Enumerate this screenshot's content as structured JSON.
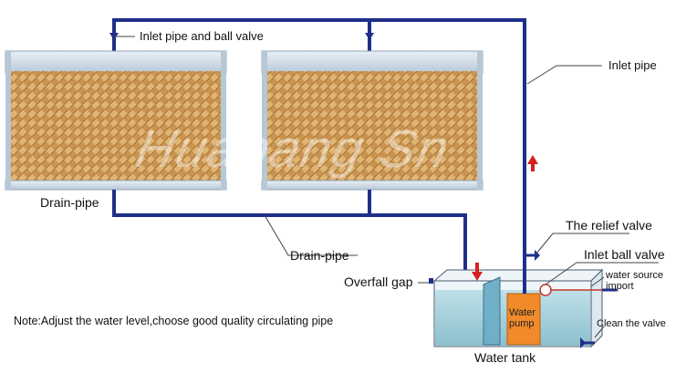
{
  "labels": {
    "inlet_pipe_ball_valve": "Inlet pipe and ball valve",
    "inlet_pipe": "Inlet pipe",
    "drain_pipe_left": "Drain-pipe",
    "drain_pipe_mid": "Drain-pipe",
    "relief_valve": "The relief valve",
    "inlet_ball_valve": "Inlet ball valve",
    "water_source_import_1": "water source",
    "water_source_import_2": "import",
    "overfall_gap": "Overfall gap",
    "clean_valve": "Clean the valve",
    "water_pump_1": "Water",
    "water_pump_2": "pump",
    "water_tank": "Water tank"
  },
  "note": "Note:Adjust the water level,choose good quality circulating pipe",
  "watermark": "Huabang Sn",
  "colors": {
    "pipe": "#1e2f8a",
    "pad": "#d2a35e",
    "frame": "#cfdce8",
    "tank_water": "#a9d3dd",
    "pump": "#f08a2a",
    "arrow": "#d62020"
  }
}
